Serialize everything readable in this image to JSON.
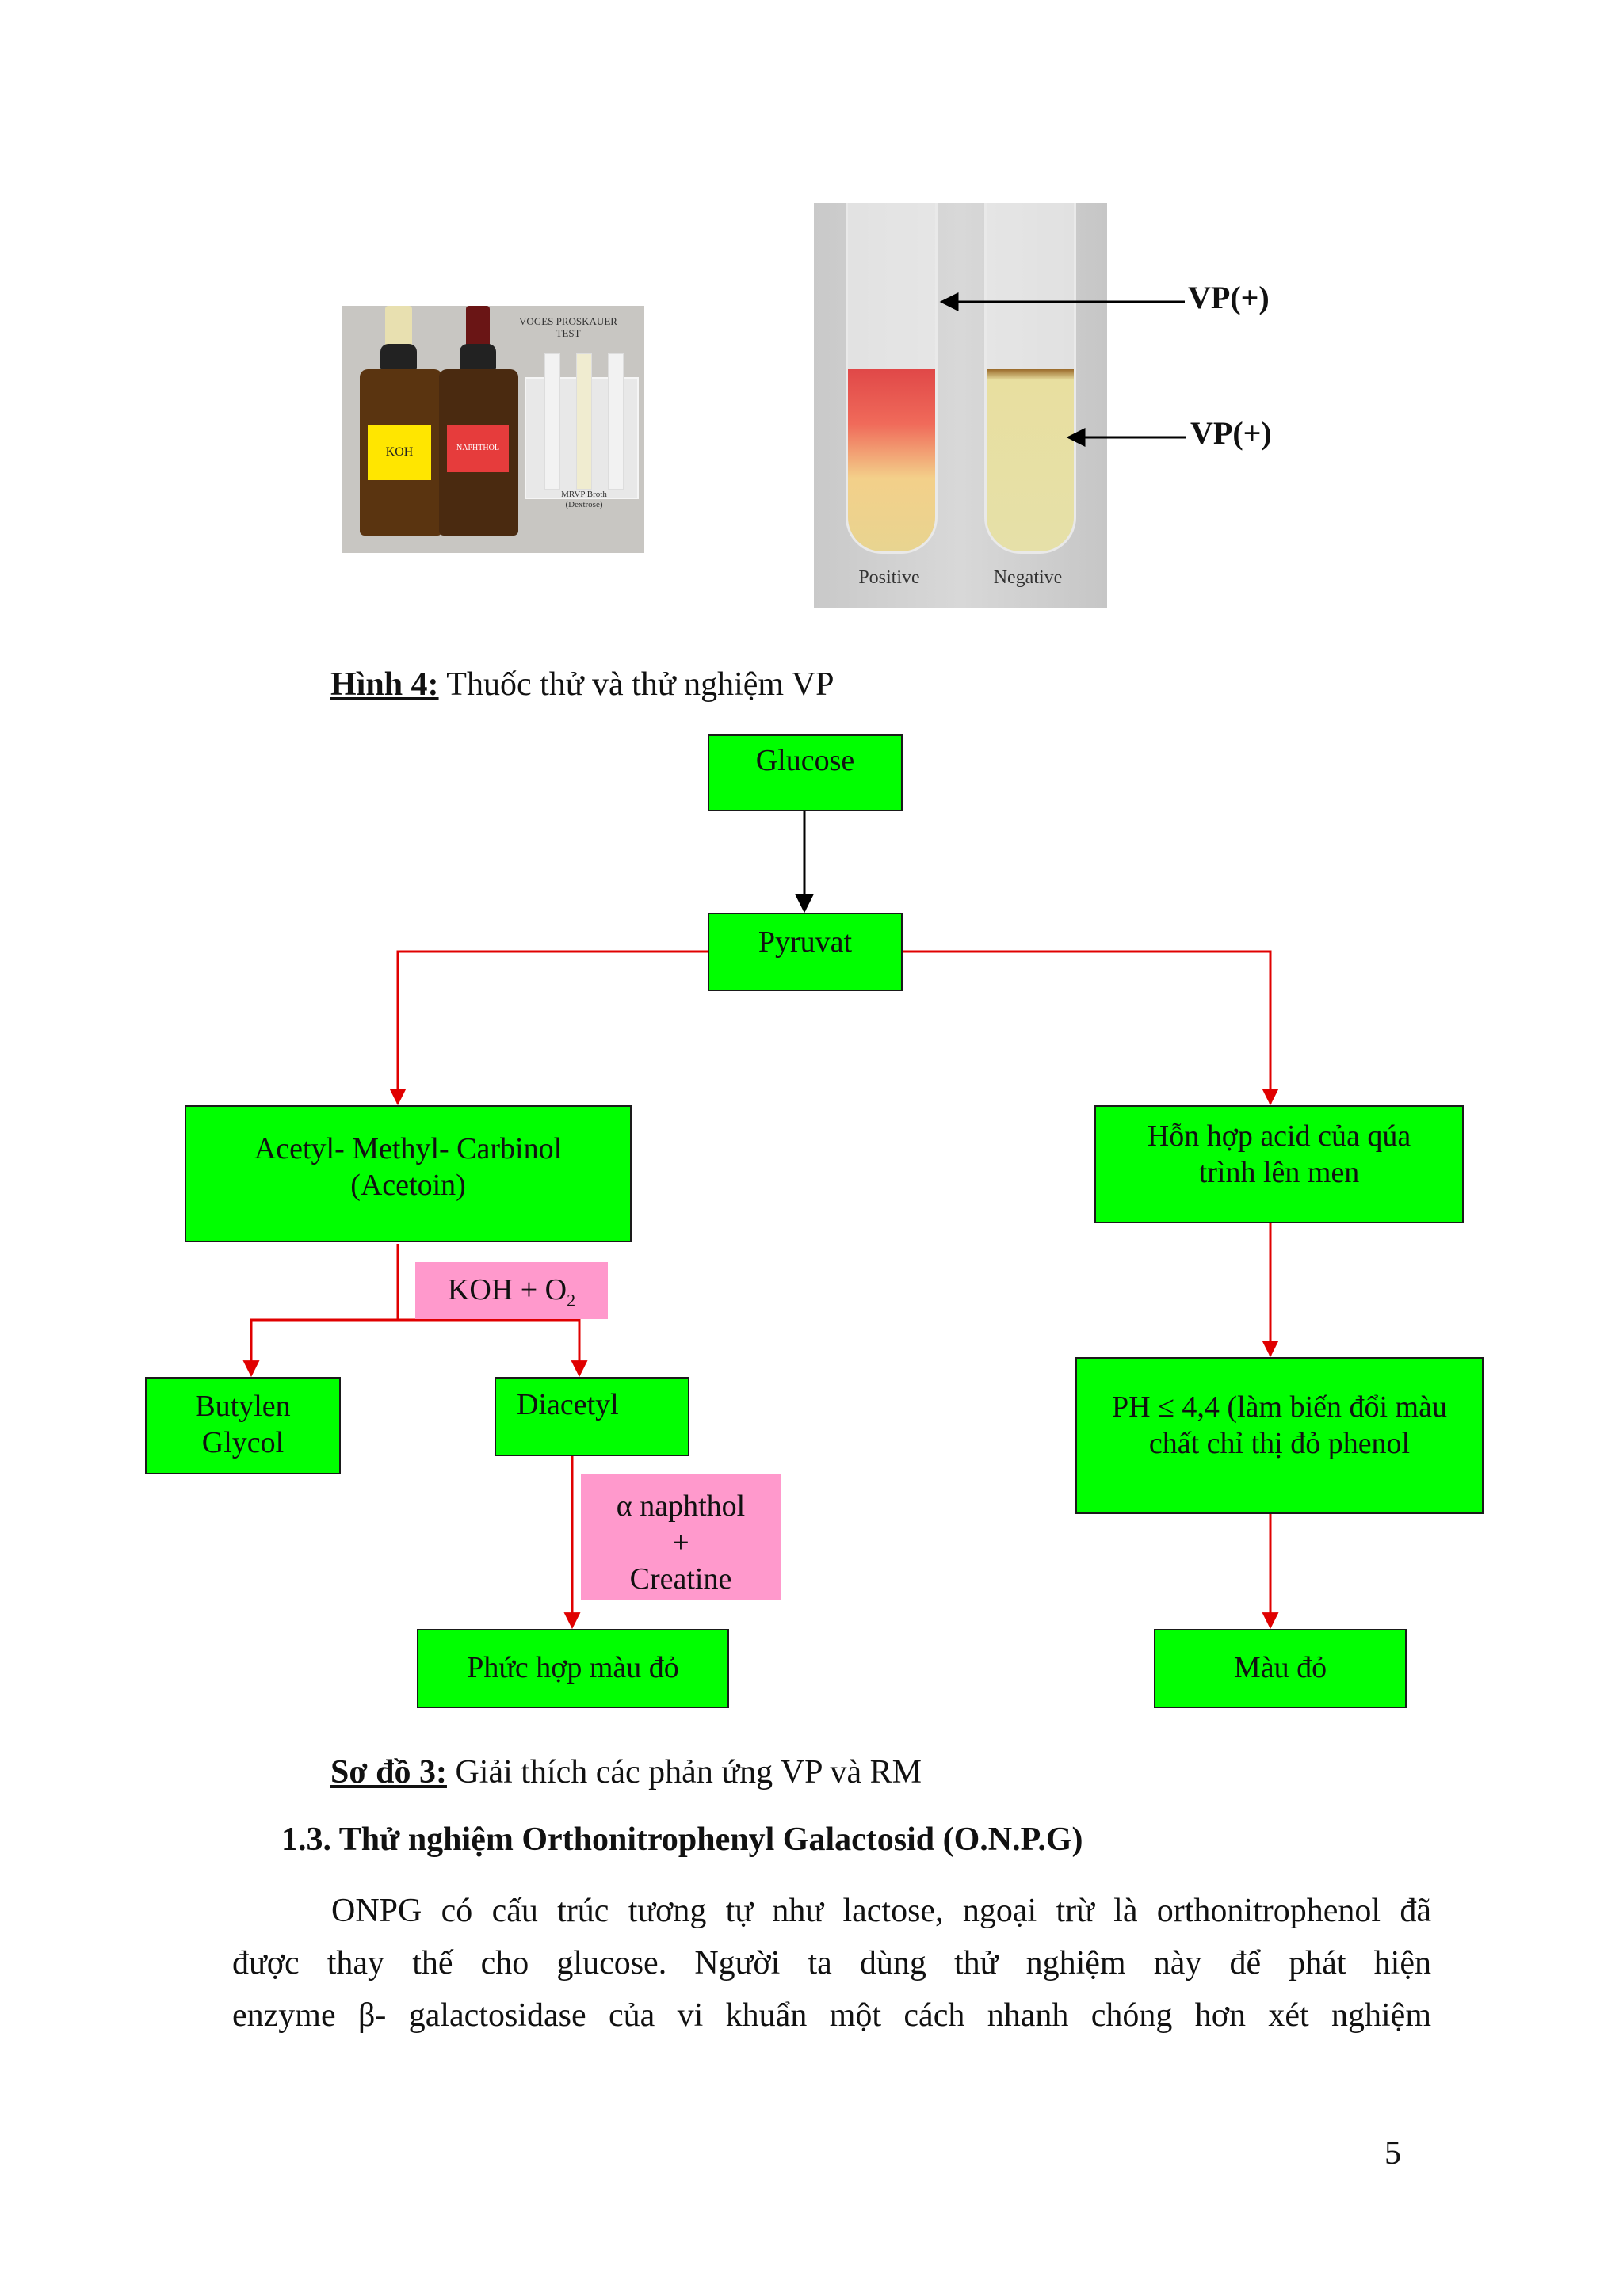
{
  "figure4": {
    "photo1": {
      "header_line1": "VOGES PROSKAUER",
      "header_line2": "TEST",
      "koh_label": "KOH",
      "naphthol_label": "NAPHTHOL",
      "broth_line1": "MRVP Broth",
      "broth_line2": "(Dextrose)"
    },
    "photo2": {
      "positive_label": "Positive",
      "negative_label": "Negative"
    },
    "vp_label_top": "VP(+)",
    "vp_label_bottom": "VP(+)",
    "caption_bold": "Hình 4:",
    "caption_text": " Thuốc thử và thử nghiệm VP"
  },
  "diagram": {
    "glucose": "Glucose",
    "pyruvat": "Pyruvat",
    "acetoin_line1": "Acetyl- Methyl- Carbinol",
    "acetoin_line2": "(Acetoin)",
    "acid_line1": "Hỗn hợp acid của qúa",
    "acid_line2": "trình lên men",
    "koh_o2": "KOH + O",
    "koh_o2_sub": "2",
    "butylen_line1": "Butylen",
    "butylen_line2": "Glycol",
    "diacetyl": "Diacetyl",
    "naphthol_line1": "α naphthol",
    "naphthol_line2": "+",
    "naphthol_line3": "Creatine",
    "ph_line1": "PH ≤ 4,4 (làm biến đổi màu",
    "ph_line2": "chất chỉ thị đỏ phenol",
    "complex": "Phức hợp màu đỏ",
    "red": "Màu đỏ",
    "colors": {
      "box_fill": "#00ff00",
      "reagent_fill": "#ff99cc",
      "red_arrow": "#e00000",
      "black_arrow": "#000000"
    }
  },
  "diagram_caption_bold": "Sơ đồ 3:",
  "diagram_caption_text": " Giải thích các phản ứng VP và RM",
  "section_heading": "1.3. Thử nghiệm Orthonitrophenyl Galactosid (O.N.P.G)",
  "paragraph": [
    "ONPG có cấu trúc tương tự như lactose, ngoại trừ là orthonitrophenol đã",
    "được thay thế cho glucose. Người ta dùng thử nghiệm này để phát hiện",
    "enzyme β- galactosidase của vi khuẩn một cách nhanh chóng hơn xét nghiệm"
  ],
  "page_number": "5"
}
